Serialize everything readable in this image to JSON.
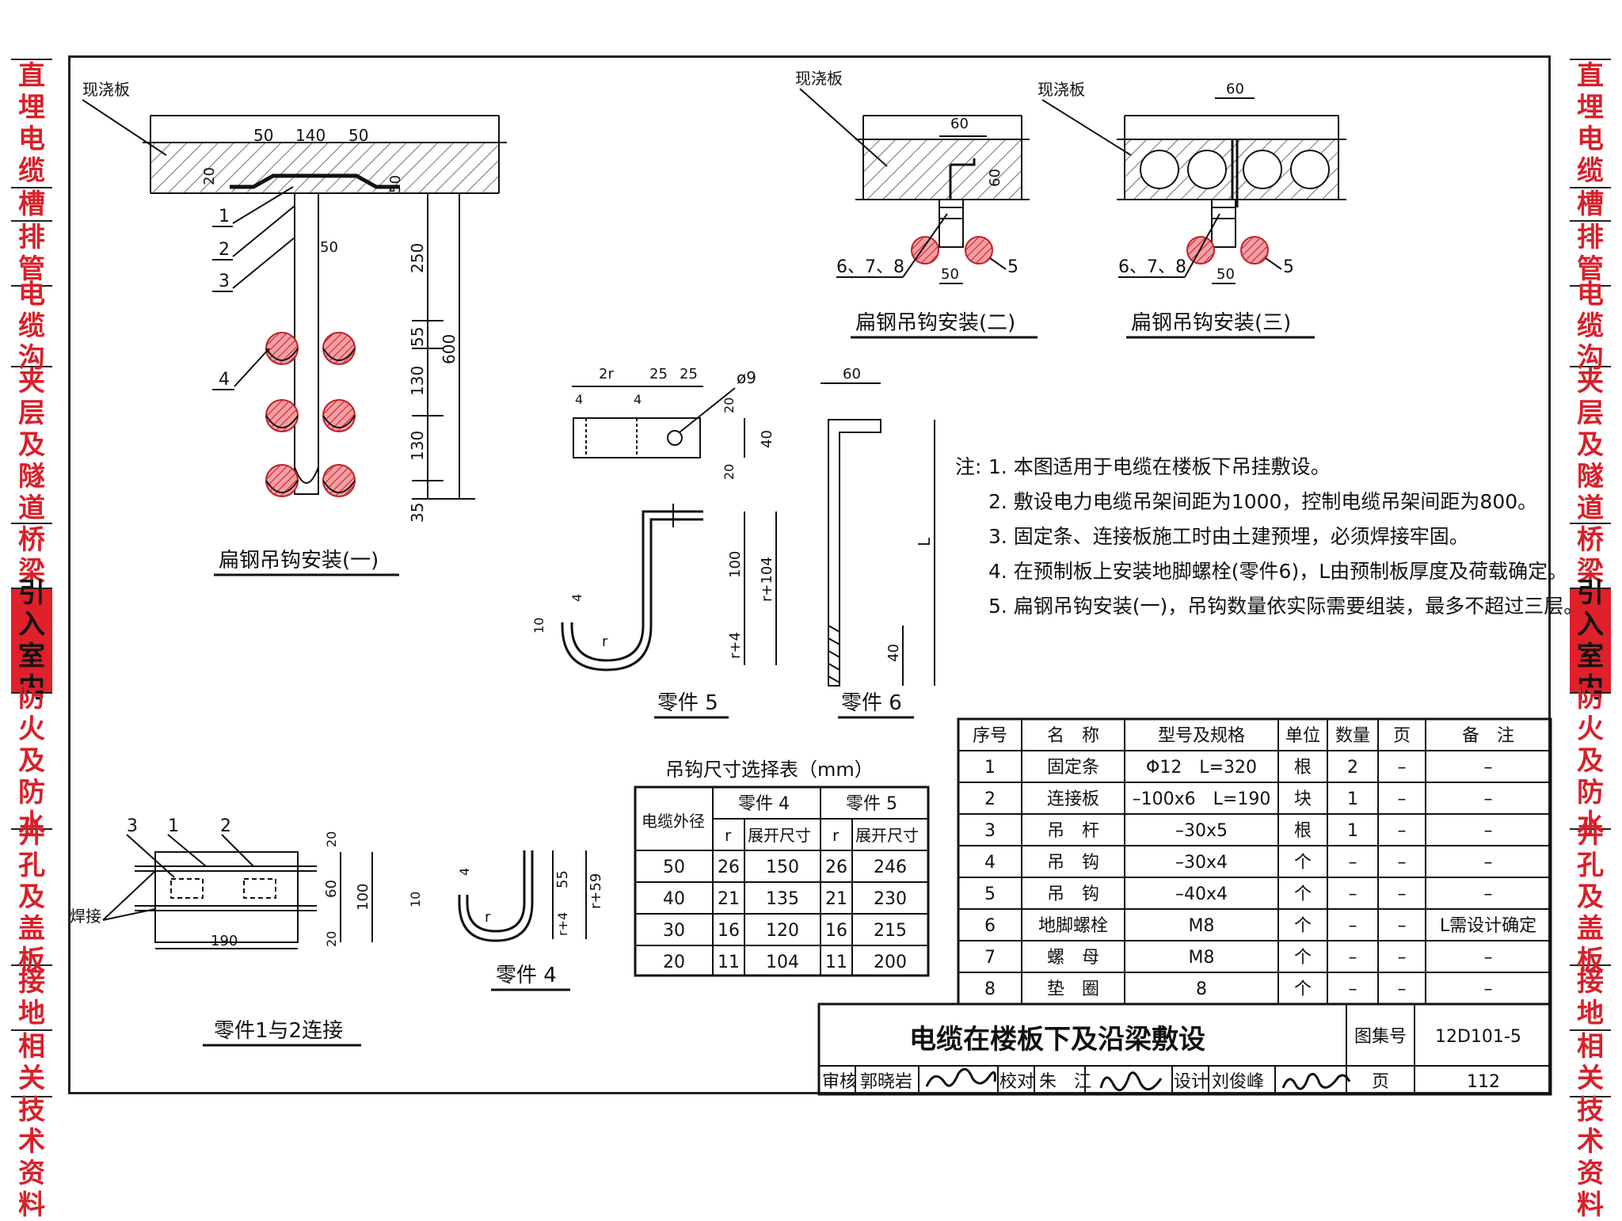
{
  "side_tabs": [
    {
      "label": "直埋电缆",
      "active": false
    },
    {
      "label": "槽",
      "active": false
    },
    {
      "label": "排管",
      "active": false
    },
    {
      "label": "电缆沟",
      "active": false
    },
    {
      "label": "夹层及隧道",
      "active": false
    },
    {
      "label": "桥梁",
      "active": false
    },
    {
      "label": "引入室内",
      "active": true
    },
    {
      "label": "防火及防水",
      "active": false
    },
    {
      "label": "井孔及盖板",
      "active": false
    },
    {
      "label": "接地",
      "active": false
    },
    {
      "label": "相关技术资料",
      "active": false
    }
  ],
  "fig1": {
    "title": "扁钢吊钩安装(一)",
    "slab_label": "现浇板",
    "dims_top": [
      "50",
      "140",
      "50"
    ],
    "dim_20": "20",
    "dim_50_right": "50",
    "dim_50_rod": "50",
    "dims_right": [
      "250",
      "55",
      "130",
      "130",
      "35"
    ],
    "dim_600": "600",
    "callouts": [
      "1",
      "2",
      "3",
      "4"
    ]
  },
  "fig2": {
    "title": "扁钢吊钩安装(二)",
    "slab_label": "现浇板",
    "dim_top": "60",
    "dim_side": "60",
    "dim_bottom": "50",
    "callout_left": "6、7、8",
    "callout_right": "5"
  },
  "fig3": {
    "title": "扁钢吊钩安装(三)",
    "slab_label": "现浇板",
    "dim_top": "60",
    "dim_bottom": "50",
    "callout_left": "6、7、8",
    "callout_right": "5"
  },
  "part5": {
    "title": "零件 5",
    "dims_top": [
      "2r",
      "25",
      "25"
    ],
    "hole": "ø9",
    "dims_plate": [
      "4",
      "4",
      "20",
      "40",
      "20"
    ],
    "dims_hook": [
      "100",
      "r+104",
      "r+4",
      "10",
      "4",
      "r"
    ]
  },
  "part6": {
    "title": "零件 6",
    "dim_top": "60",
    "dim_L": "L",
    "dim_40": "40"
  },
  "part4": {
    "title": "零件 4",
    "dims": [
      "55",
      "r+59",
      "r+4",
      "10",
      "4",
      "r"
    ]
  },
  "joint": {
    "title": "零件1与2连接",
    "labels": [
      "3",
      "1",
      "2"
    ],
    "weld": "焊接",
    "dims_right": [
      "20",
      "60",
      "20"
    ],
    "dim_100": "100",
    "dim_190": "190"
  },
  "notes": {
    "prefix": "注:",
    "items": [
      "1. 本图适用于电缆在楼板下吊挂敷设。",
      "2. 敷设电力电缆吊架间距为1000，控制电缆吊架间距为800。",
      "3. 固定条、连接板施工时由土建预埋，必须焊接牢固。",
      "4. 在预制板上安装地脚螺栓(零件6)，L由预制板厚度及荷载确定。",
      "5. 扁钢吊钩安装(一)，吊钩数量依实际需要组装，最多不超过三层。"
    ]
  },
  "hook_table": {
    "title": "吊钩尺寸选择表（mm）",
    "col_diameter": "电缆外径",
    "group1": "零件 4",
    "group2": "零件 5",
    "sub_r": "r",
    "sub_len": "展开尺寸",
    "rows": [
      [
        "50",
        "26",
        "150",
        "26",
        "246"
      ],
      [
        "40",
        "21",
        "135",
        "21",
        "230"
      ],
      [
        "30",
        "16",
        "120",
        "16",
        "215"
      ],
      [
        "20",
        "11",
        "104",
        "11",
        "200"
      ]
    ]
  },
  "bom": {
    "headers": [
      "序号",
      "名　称",
      "型号及规格",
      "单位",
      "数量",
      "页",
      "备　注"
    ],
    "rows": [
      [
        "1",
        "固定条",
        "Φ12　L=320",
        "根",
        "2",
        "–",
        "–"
      ],
      [
        "2",
        "连接板",
        "–100x6　L=190",
        "块",
        "1",
        "–",
        "–"
      ],
      [
        "3",
        "吊　杆",
        "–30x5",
        "根",
        "1",
        "–",
        "–"
      ],
      [
        "4",
        "吊　钩",
        "–30x4",
        "个",
        "–",
        "–",
        "–"
      ],
      [
        "5",
        "吊　钩",
        "–40x4",
        "个",
        "–",
        "–",
        "–"
      ],
      [
        "6",
        "地脚螺栓",
        "M8",
        "个",
        "–",
        "–",
        "L需设计确定"
      ],
      [
        "7",
        "螺　母",
        "M8",
        "个",
        "–",
        "–",
        "–"
      ],
      [
        "8",
        "垫　圈",
        "8",
        "个",
        "–",
        "–",
        "–"
      ]
    ]
  },
  "title_block": {
    "title": "电缆在楼板下及沿梁敷设",
    "atlas_label": "图集号",
    "atlas_no": "12D101-5",
    "review_label": "审核",
    "reviewer": "郭晓岩",
    "check_label": "校对",
    "checker": "朱　江",
    "design_label": "设计",
    "designer": "刘俊峰",
    "page_label": "页",
    "page_no": "112"
  }
}
